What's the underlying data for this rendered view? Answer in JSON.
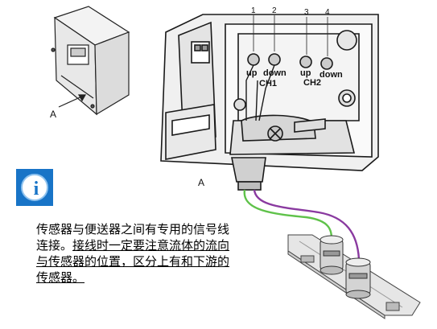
{
  "labels": {
    "callout_small": "A",
    "callout_main": "A",
    "terminal_numbers": [
      "1",
      "2",
      "3",
      "4"
    ],
    "terminal_up_1": "up",
    "terminal_down_1": "down",
    "channel_1": "CH1",
    "terminal_up_2": "up",
    "terminal_down_2": "down",
    "channel_2": "CH2"
  },
  "info_icon": {
    "name": "info-icon",
    "glyph": "i",
    "color": "#1874c7"
  },
  "note": {
    "text_plain": "传感器与便送器之间有专用的信号线连接。",
    "text_underlined": "接线时一定要注意流体的流向与传感器的位置，区分上有和下游的传感器。"
  },
  "colors": {
    "cable_green": "#5fc24a",
    "cable_purple": "#8a3aa0"
  }
}
